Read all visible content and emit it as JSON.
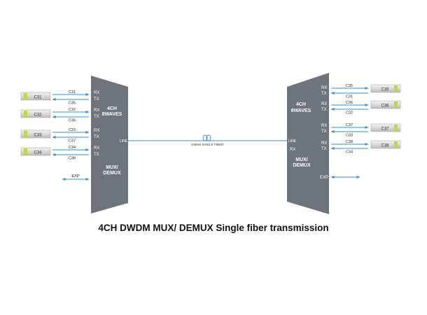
{
  "caption": "4CH DWDM MUX/ DEMUX Single fiber transmission",
  "left_unit": {
    "title_line1": "4CH",
    "title_line2": "8WAVES",
    "name_line1": "MUX/",
    "name_line2": "DEMUX",
    "port_rx": "RX",
    "port_tx": "TX",
    "line_label": "LINE",
    "exp_label": "EXP",
    "channels": [
      {
        "module": "C31",
        "rx": "C31",
        "tx": "C35"
      },
      {
        "module": "C32",
        "rx": "C32",
        "tx": "C36"
      },
      {
        "module": "C33",
        "rx": "C33",
        "tx": "C37"
      },
      {
        "module": "C34",
        "rx": "C34",
        "tx": "C38"
      }
    ]
  },
  "right_unit": {
    "title_line1": "4CH",
    "title_line2": "8WAVES",
    "name_line1": "MUX/",
    "name_line2": "DEMUX",
    "port_rx": "RX",
    "port_tx": "TX",
    "line_label": "LINE",
    "extra_rx_label": "RX",
    "exp_label": "EXP",
    "channels": [
      {
        "module": "C35",
        "rx": "C35",
        "tx": "C31"
      },
      {
        "module": "C36",
        "rx": "C36",
        "tx": "C32"
      },
      {
        "module": "C37",
        "rx": "C37",
        "tx": "C33"
      },
      {
        "module": "C38",
        "rx": "C38",
        "tx": "C34"
      }
    ]
  },
  "fiber_label": "100KM SINGLE FIBER",
  "colors": {
    "unit_fill": "#6e747b",
    "arrow": "#2f8fd8",
    "module_body": "#e6e6e6",
    "module_tab_left": "#c8d63a",
    "module_tab_right": "#c8d63a"
  }
}
